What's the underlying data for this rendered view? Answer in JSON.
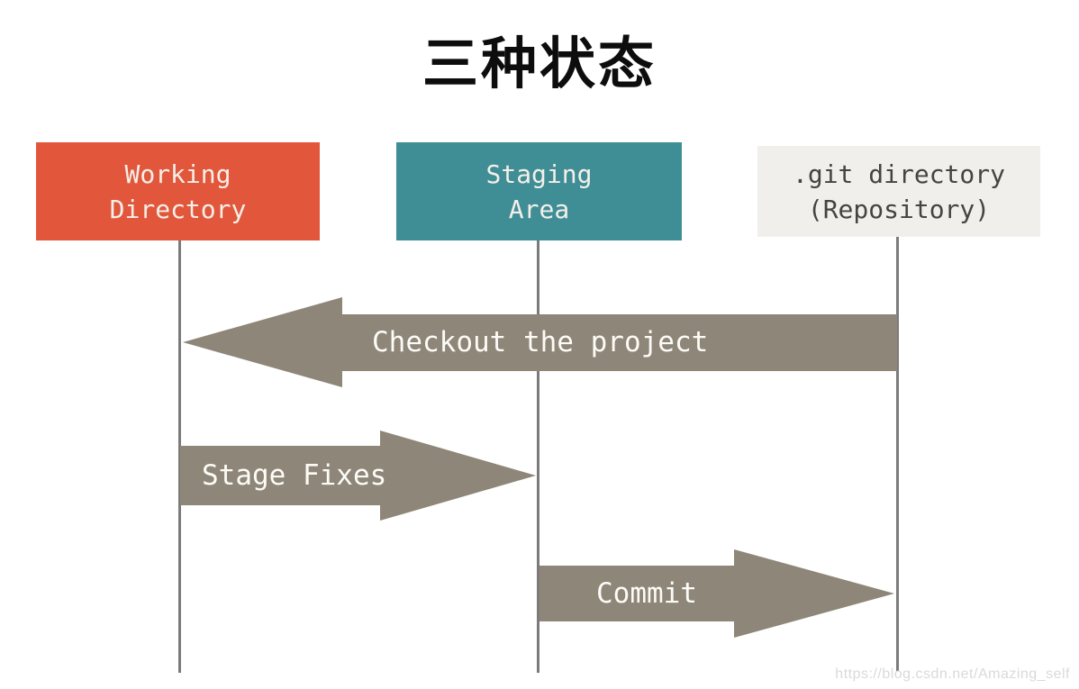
{
  "title": "三种状态",
  "colors": {
    "working_box_bg": "#e2573b",
    "staging_box_bg": "#3f8e96",
    "repository_box_bg": "#f0efeb",
    "repository_box_text": "#46443f",
    "box_text": "#f4efe9",
    "arrow": "#8e8678",
    "arrow_label_text": "#fdfbf7",
    "lifeline": "#7b7b7b",
    "title_text": "#0d0d0d",
    "watermark_text": "#dbd9d9"
  },
  "boxes": {
    "working": {
      "line1": "Working",
      "line2": "Directory"
    },
    "staging": {
      "line1": "Staging",
      "line2": "Area"
    },
    "repository": {
      "line1": ".git directory",
      "line2": "(Repository)"
    }
  },
  "arrows": {
    "checkout": {
      "label": "Checkout the project",
      "direction": "left",
      "from": "repository",
      "to": "working"
    },
    "stage": {
      "label": "Stage Fixes",
      "direction": "right",
      "from": "working",
      "to": "staging"
    },
    "commit": {
      "label": "Commit",
      "direction": "right",
      "from": "staging",
      "to": "repository"
    }
  },
  "watermark": "https://blog.csdn.net/Amazing_self"
}
